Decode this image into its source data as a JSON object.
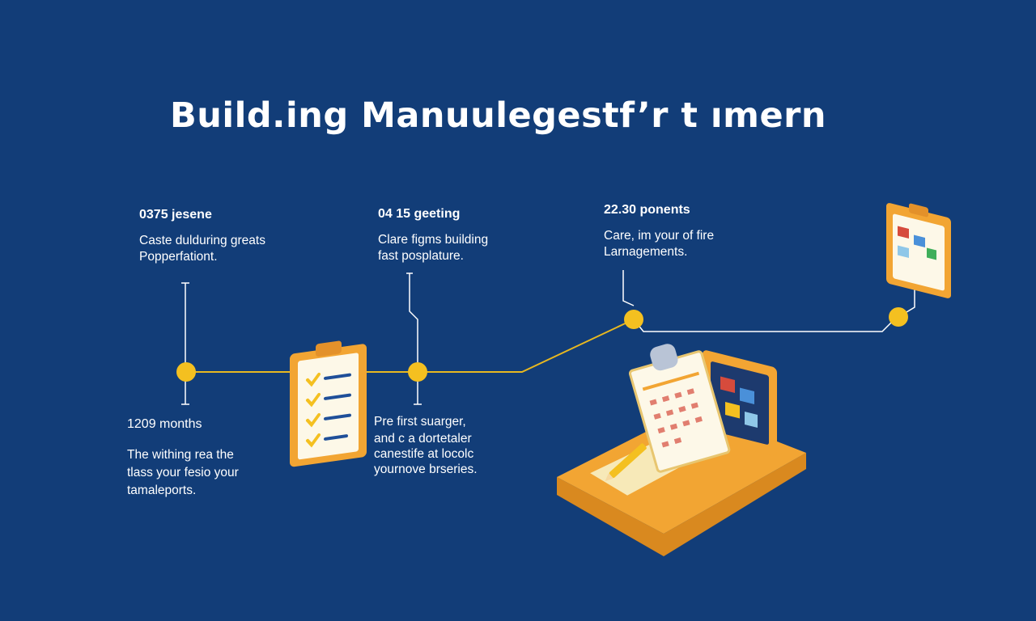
{
  "title": "Build.ing Manuulegestf’r t ımern",
  "colors": {
    "background": "#123d78",
    "node": "#f4c020",
    "line": "#e8b820",
    "connector": "#ffffff",
    "board_orange": "#f2a533",
    "paper": "#fdf8e8"
  },
  "milestones_top": [
    {
      "heading": "0375 jesene",
      "lines": [
        "Caste dulduring greats",
        "Popperfationt."
      ]
    },
    {
      "heading": "04 15 geeting",
      "lines": [
        "Clare figms building",
        "fast posplature."
      ]
    },
    {
      "heading": "22.30 ponents",
      "lines": [
        "Care, im your of fire",
        "Larnagements."
      ]
    }
  ],
  "milestones_bottom": [
    {
      "heading": "1209 months",
      "lines": [
        "The withing rea the",
        "tlass your fesio your",
        "tamaleports."
      ]
    },
    {
      "heading": "",
      "lines": [
        "Pre first suarger,",
        "and c a dortetaler",
        "canestife at locolc",
        "yournove brseries."
      ]
    }
  ],
  "icons": [
    "clipboard-checklist-icon",
    "calendar-clipboard-icon",
    "photo-board-icon",
    "pencil-icon",
    "image-clipboard-icon"
  ]
}
